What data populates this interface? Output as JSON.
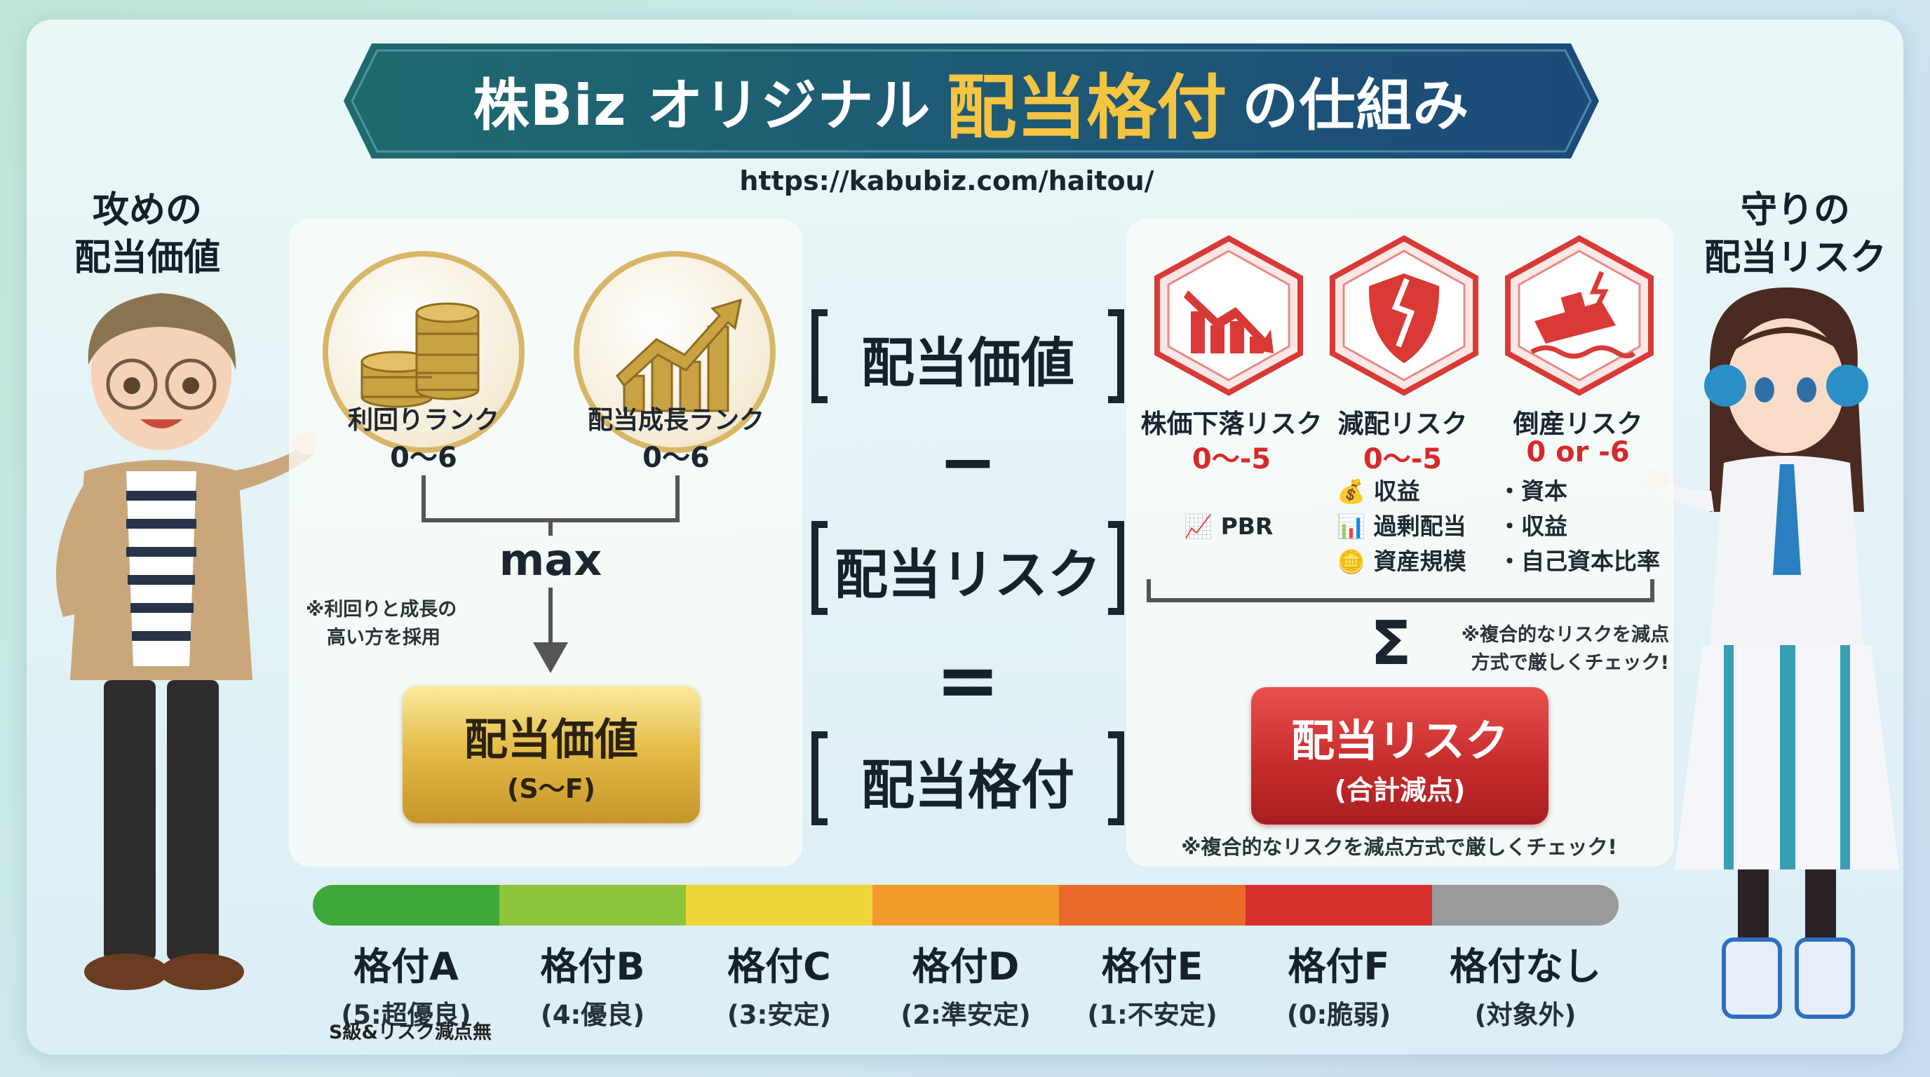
{
  "title": {
    "prefix": "株Biz オリジナル",
    "highlight": "配当格付",
    "suffix": "の仕組み"
  },
  "url": "https://kabubiz.com/haitou/",
  "left_label": [
    "攻めの",
    "配当価値"
  ],
  "right_label": [
    "守りの",
    "配当リスク"
  ],
  "value_panel": {
    "yield_rank": {
      "label": "利回りランク",
      "range": "0〜6"
    },
    "growth_rank": {
      "label": "配当成長ランク",
      "range": "0〜6"
    },
    "op": "max",
    "note": [
      "※利回りと成長の",
      "高い方を採用"
    ],
    "result": {
      "title": "配当価値",
      "sub": "(S〜F)"
    }
  },
  "formula": {
    "value": "配当価値",
    "minus": "−",
    "risk": "配当リスク",
    "equals": "=",
    "rating": "配当格付"
  },
  "risk_panel": {
    "risks": [
      {
        "label": "株価下落リスク",
        "range": "0〜-5",
        "factors": [
          "PBR"
        ]
      },
      {
        "label": "減配リスク",
        "range": "0〜-5",
        "factors": [
          "収益",
          "過剰配当",
          "資産規模"
        ]
      },
      {
        "label": "倒産リスク",
        "range": "0 or -6",
        "factors": [
          "・資本",
          "・収益",
          "・自己資本比率"
        ]
      }
    ],
    "sigma": "Σ",
    "sigma_note": [
      "※複合的なリスクを減点",
      "方式で厳しくチェック!"
    ],
    "result": {
      "title": "配当リスク",
      "sub": "(合計減点)"
    },
    "bottom_note": "※複合的なリスクを減点方式で厳しくチェック!"
  },
  "scale_colors": [
    "#3ea83a",
    "#8cc43c",
    "#ecd63a",
    "#f29b2c",
    "#ea6a2a",
    "#d8302c",
    "#9a9a9a"
  ],
  "grades": [
    {
      "name": "格付A",
      "desc": "(5:超優良)"
    },
    {
      "name": "格付B",
      "desc": "(4:優良)"
    },
    {
      "name": "格付C",
      "desc": "(3:安定)"
    },
    {
      "name": "格付D",
      "desc": "(2:準安定)"
    },
    {
      "name": "格付E",
      "desc": "(1:不安定)"
    },
    {
      "name": "格付F",
      "desc": "(0:脆弱)"
    },
    {
      "name": "格付なし",
      "desc": "(対象外)"
    }
  ],
  "grade_a_note": "S級&リスク減点無"
}
